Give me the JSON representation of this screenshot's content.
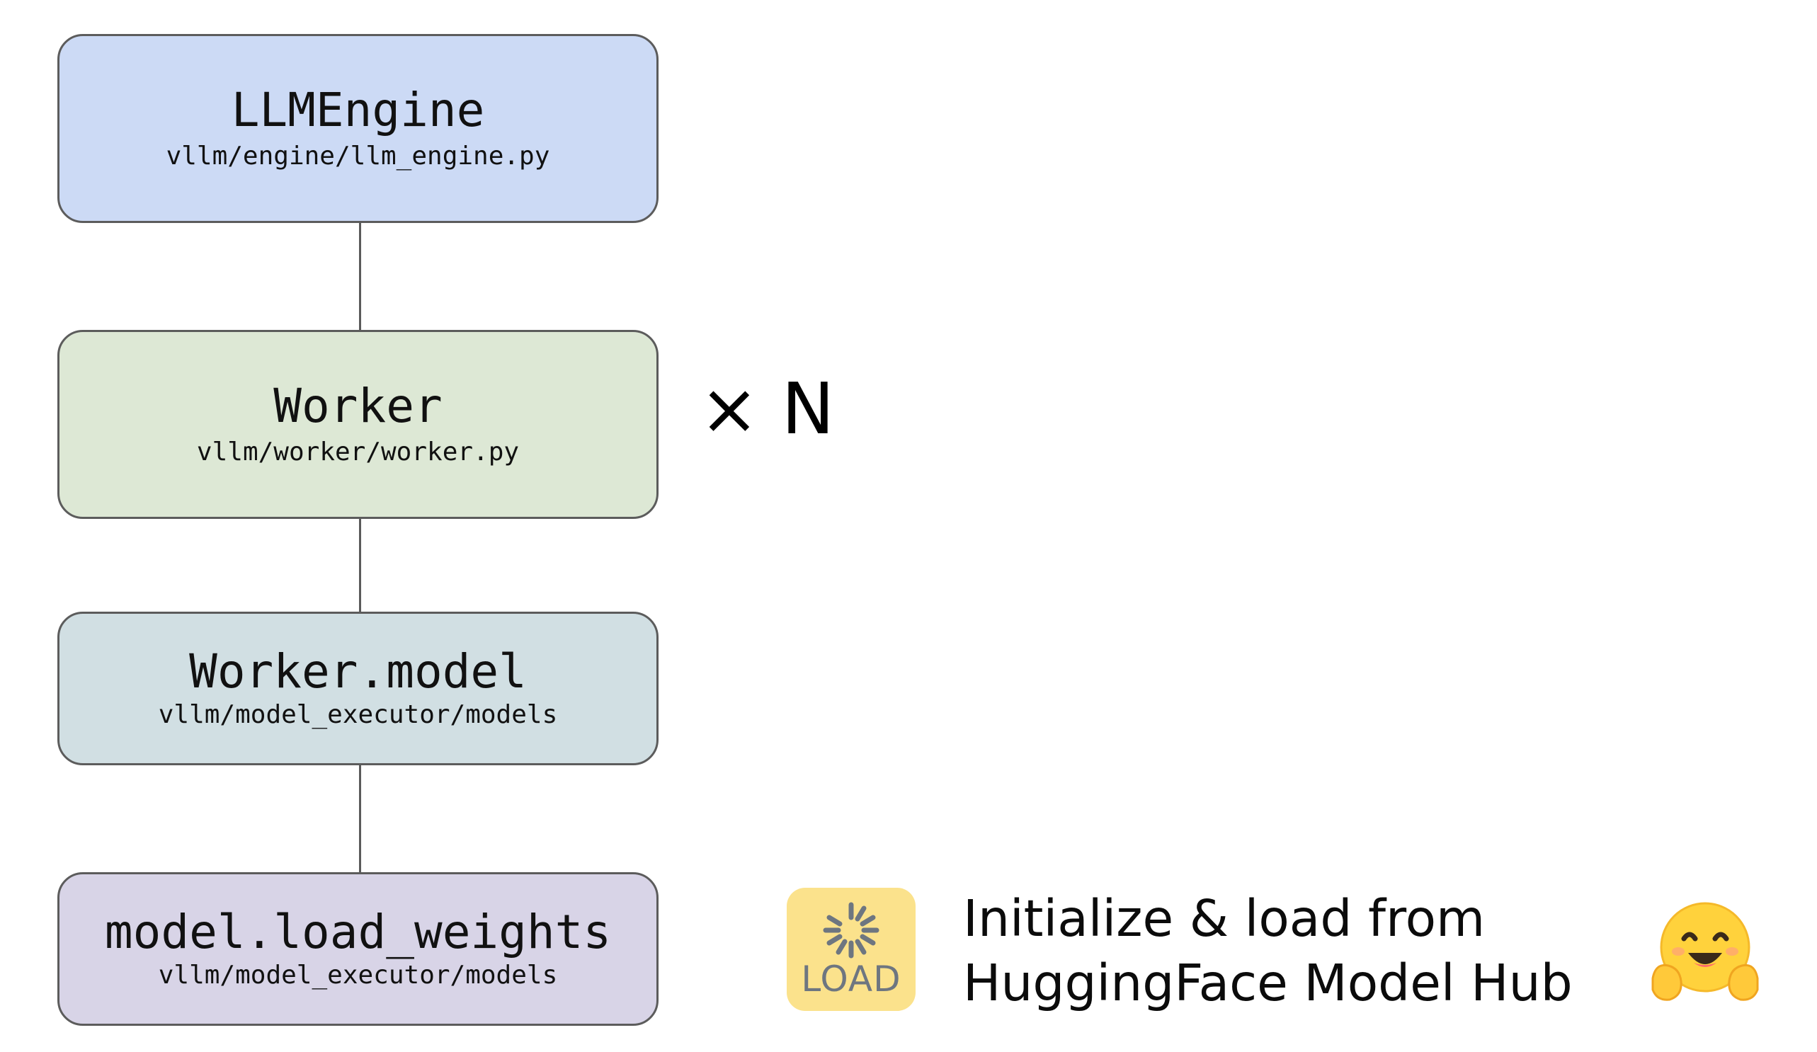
{
  "boxes": [
    {
      "title": "LLMEngine",
      "path": "vllm/engine/llm_engine.py",
      "color": "#ccdaf5"
    },
    {
      "title": "Worker",
      "path": "vllm/worker/worker.py",
      "color": "#dde8d5"
    },
    {
      "title": "Worker.model",
      "path": "vllm/model_executor/models",
      "color": "#d1dfe3"
    },
    {
      "title": "model.load_weights",
      "path": "vllm/model_executor/models",
      "color": "#d8d4e7"
    }
  ],
  "multiplier": "× N",
  "load_badge": {
    "label": "LOAD",
    "icon": "loading-spinner-icon",
    "color": "#fbe28c"
  },
  "caption": {
    "line1": "Initialize & load from",
    "line2": "HuggingFace Model Hub"
  },
  "emoji": {
    "icon": "hugging-face-icon"
  }
}
